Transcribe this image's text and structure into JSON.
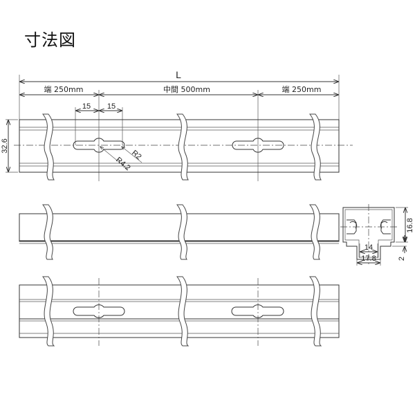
{
  "title": "寸法図",
  "top_view": {
    "overall_label": "L",
    "segments": [
      {
        "label": "端 250mm"
      },
      {
        "label": "中間 500mm"
      },
      {
        "label": "端 250mm"
      }
    ],
    "slot_half_widths": [
      "15",
      "15"
    ],
    "height_label": "32.6",
    "radius_large": "R4.2",
    "radius_small": "R2"
  },
  "section_view": {
    "height_label": "16.8",
    "bottom_label": "2",
    "inner_width_label": "14",
    "outer_width_label": "17.8"
  },
  "colors": {
    "line": "#333333",
    "background": "#ffffff"
  }
}
